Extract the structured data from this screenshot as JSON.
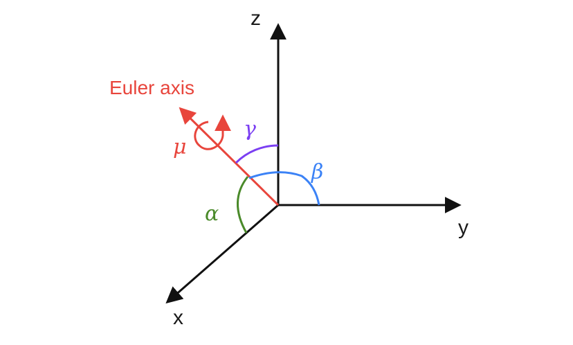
{
  "axes": {
    "z_label": "z",
    "y_label": "y",
    "x_label": "x"
  },
  "euler_axis": {
    "label": "Euler axis"
  },
  "angles": {
    "mu": "μ",
    "gamma": "γ",
    "beta": "β",
    "alpha": "α"
  },
  "colors": {
    "axes": "#111111",
    "euler_axis": "#e8453c",
    "gamma_arc": "#7b3ff2",
    "beta_arc": "#3b82f6",
    "alpha_arc": "#4a8a2a"
  }
}
